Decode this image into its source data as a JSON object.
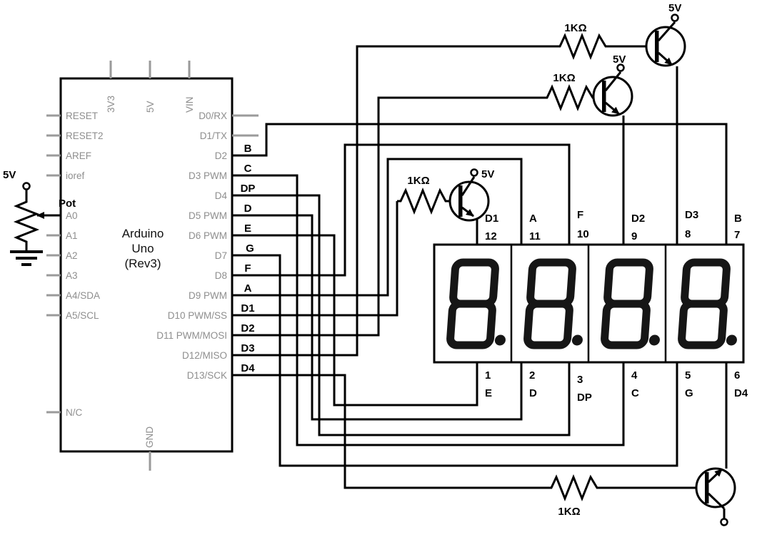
{
  "diagram": {
    "arduino": {
      "title_lines": [
        "Arduino",
        "Uno",
        "(Rev3)"
      ],
      "top_pins": [
        "3V3",
        "5V",
        "VIN"
      ],
      "bottom_pin": "GND",
      "left_pins": [
        "RESET",
        "RESET2",
        "AREF",
        "ioref",
        "A0",
        "A1",
        "A2",
        "A3",
        "A4/SDA",
        "A5/SCL",
        "N/C"
      ],
      "right_pins": [
        "D0/RX",
        "D1/TX",
        "D2",
        "D3 PWM",
        "D4",
        "D5 PWM",
        "D6 PWM",
        "D7",
        "D8",
        "D9 PWM",
        "D10 PWM/SS",
        "D11 PWM/MOSI",
        "D12/MISO",
        "D13/SCK"
      ]
    },
    "wire_labels": [
      "B",
      "C",
      "DP",
      "D",
      "E",
      "G",
      "F",
      "A",
      "D1",
      "D2",
      "D3",
      "D4"
    ],
    "pot": {
      "supply": "5V",
      "label": "Pot"
    },
    "resistors": {
      "r_top": "1KΩ",
      "r_second": "1KΩ",
      "r_middle": "1KΩ",
      "r_bottom": "1KΩ"
    },
    "supplies": {
      "t1": "5V",
      "t2": "5V",
      "t3": "5V"
    },
    "display": {
      "digits_shown": "8.8.8.8.",
      "top_pins": [
        {
          "name": "D1",
          "num": "12"
        },
        {
          "name": "A",
          "num": "11"
        },
        {
          "name": "F",
          "num": "10"
        },
        {
          "name": "D2",
          "num": "9"
        },
        {
          "name": "D3",
          "num": "8"
        },
        {
          "name": "B",
          "num": "7"
        }
      ],
      "bottom_pins": [
        {
          "num": "1",
          "name": "E"
        },
        {
          "num": "2",
          "name": "D"
        },
        {
          "num": "3",
          "name": "DP"
        },
        {
          "num": "4",
          "name": "C"
        },
        {
          "num": "5",
          "name": "G"
        },
        {
          "num": "6",
          "name": "D4"
        }
      ]
    },
    "colors": {
      "wire": "#000000",
      "pin_gray": "#9a9a9a"
    }
  }
}
